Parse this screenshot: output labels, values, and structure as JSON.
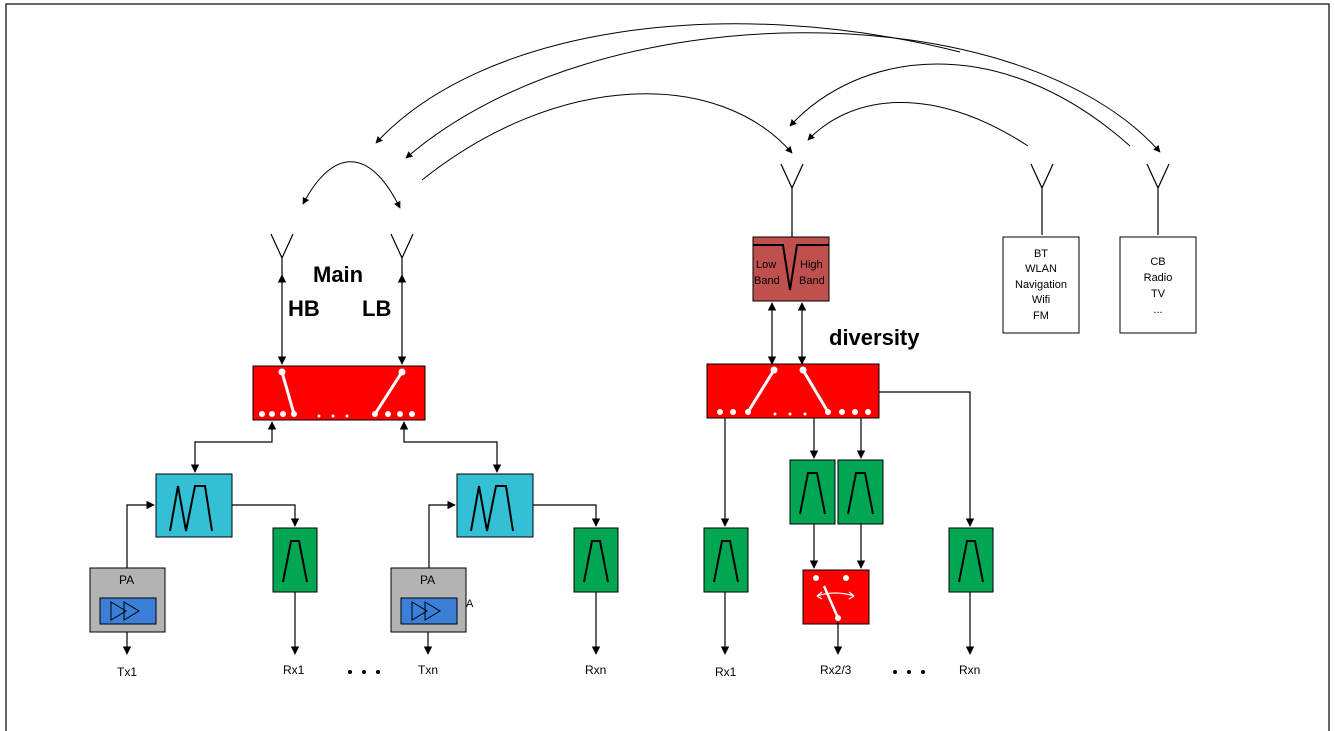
{
  "colors": {
    "switch": "#ff0000",
    "diplexer": "#c0504d",
    "duplexer": "#33c0d4",
    "filter": "#00a651",
    "pa_box": "#b3b3b3",
    "amp": "#3b7fd9"
  },
  "main": {
    "title": "Main",
    "hb_label": "HB",
    "lb_label": "LB",
    "pa_label_1": "PA",
    "pa_label_2": "PA",
    "pa_mark": "A",
    "outputs": [
      "Tx1",
      "Rx1",
      "Txn",
      "Rxn"
    ]
  },
  "diversity": {
    "title": "diversity",
    "diplexer_low": [
      "Low",
      "Band"
    ],
    "diplexer_high": [
      "High",
      "Band"
    ],
    "outputs": [
      "Rx1",
      "Rx2/3",
      "Rxn"
    ]
  },
  "aux_boxes": {
    "box1": [
      "BT",
      "WLAN",
      "Navigation",
      "Wifi",
      "FM"
    ],
    "box2": [
      "CB",
      "Radio",
      "TV",
      "..."
    ]
  },
  "icons": [
    "antenna-icon",
    "switch-icon",
    "duplexer-icon",
    "bandpass-filter-icon",
    "amplifier-icon",
    "ellipsis-icon"
  ]
}
